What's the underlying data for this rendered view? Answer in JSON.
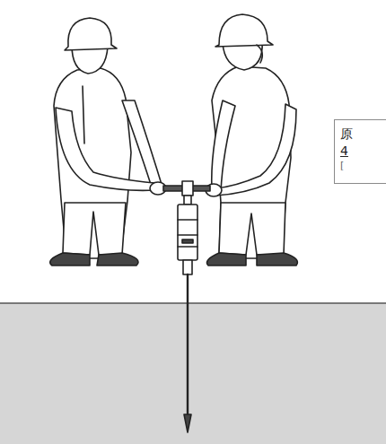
{
  "diagram": {
    "nodes": [
      {
        "text": [
          "原",
          "4",
          "["
        ]
      }
    ]
  }
}
